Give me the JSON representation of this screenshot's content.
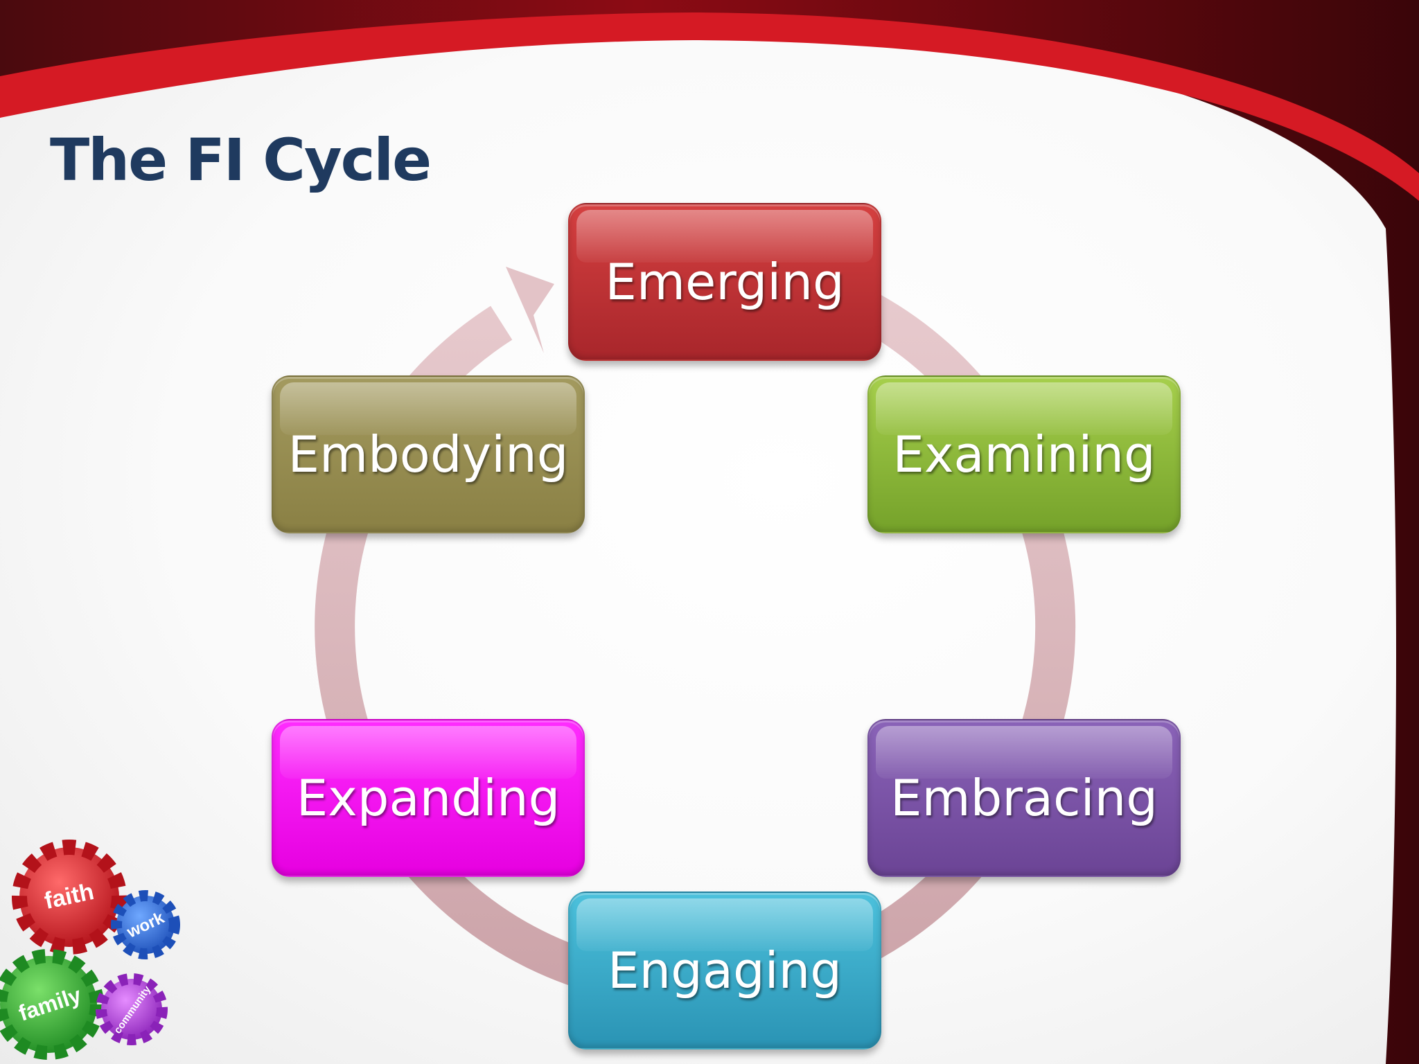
{
  "slide": {
    "title": "The FI Cycle"
  },
  "cycle": {
    "steps": [
      "Emerging",
      "Examining",
      "Embracing",
      "Engaging",
      "Expanding",
      "Embodying"
    ]
  },
  "logo": {
    "gears": [
      "faith",
      "work",
      "family",
      "community"
    ]
  },
  "colors": {
    "title": "#1f3a5f",
    "banner": "#c0111f",
    "emerging": "#c13334",
    "examining": "#8dbb3c",
    "embracing": "#7a53a6",
    "engaging": "#38abc9",
    "expanding": "#ff14f5",
    "embodying": "#978d52",
    "cycle_arrow": "#dcb4b9"
  }
}
